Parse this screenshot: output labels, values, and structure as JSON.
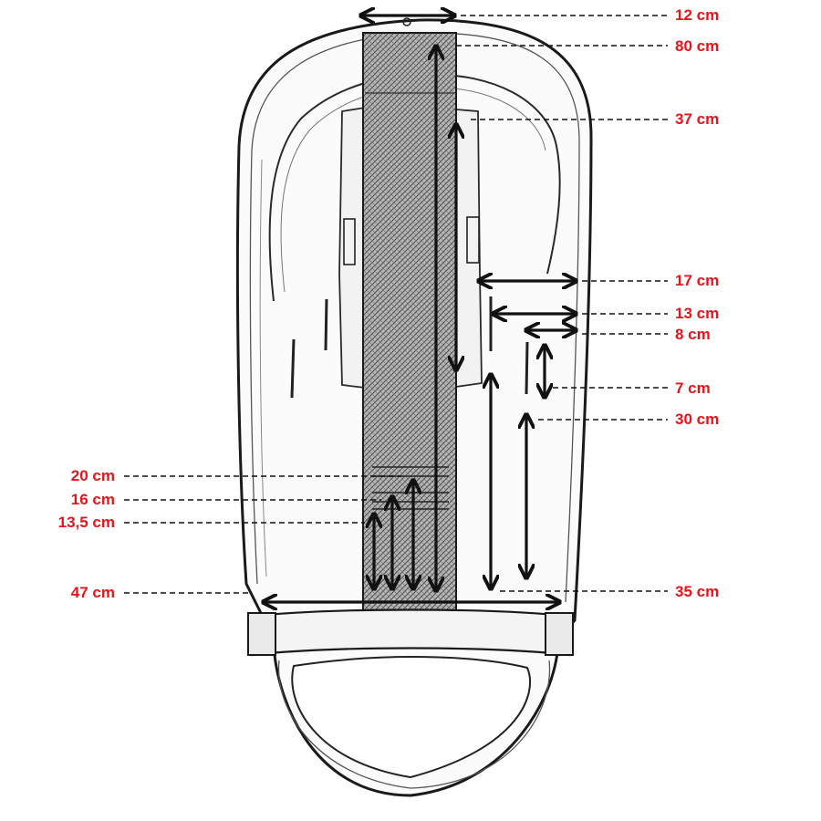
{
  "colors": {
    "label": "#e8131b",
    "ink": "#1a1a1a",
    "hatch": "#555555",
    "strap_fill": "#9a9a9a"
  },
  "labels": {
    "right": [
      "12 cm",
      "80 cm",
      "37 cm",
      "17 cm",
      "13 cm",
      "8 cm",
      "7 cm",
      "30 cm",
      "35 cm"
    ],
    "left": [
      "20 cm",
      "16 cm",
      "13,5 cm",
      "47 cm"
    ]
  }
}
